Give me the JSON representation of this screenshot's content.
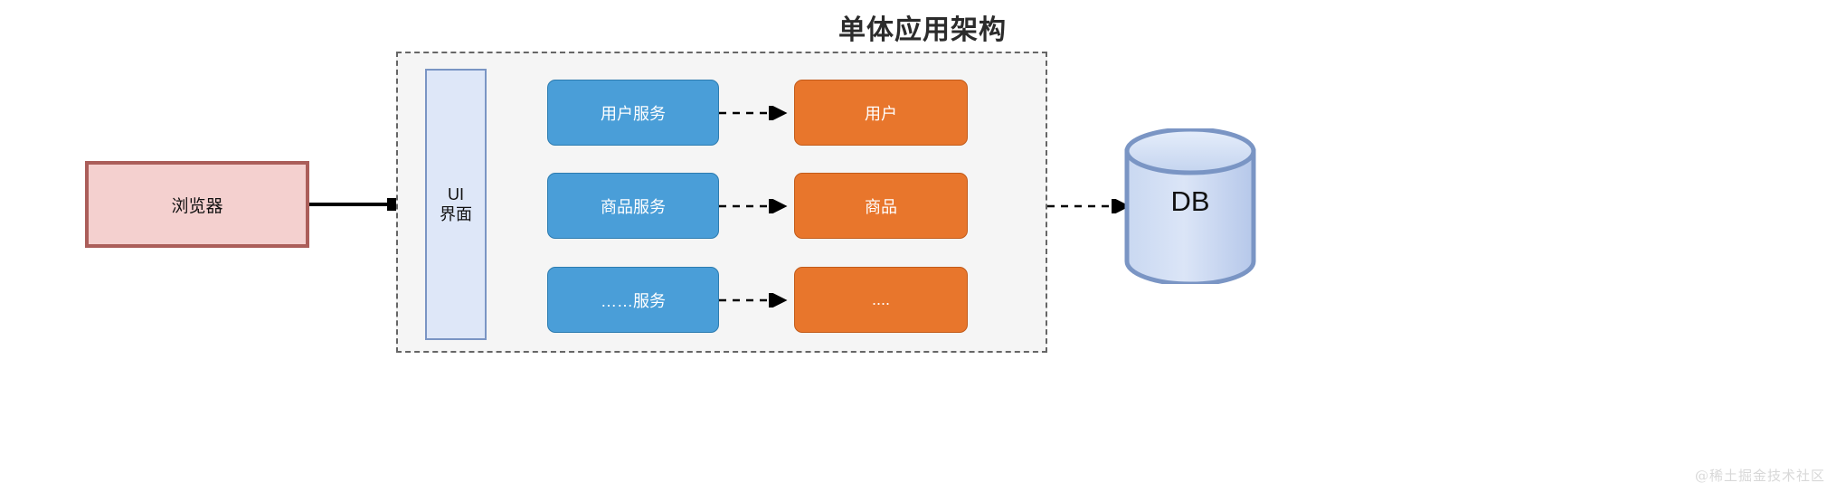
{
  "title": "单体应用架构",
  "watermark": "@稀土掘金技术社区",
  "client": {
    "browser_label": "浏览器"
  },
  "container": {
    "ui": {
      "line1": "UI",
      "line2": "界面"
    },
    "services": [
      {
        "label": "用户服务"
      },
      {
        "label": "商品服务"
      },
      {
        "label": "……服务"
      }
    ],
    "entities": [
      {
        "label": "用户"
      },
      {
        "label": "商品"
      },
      {
        "label": "...."
      }
    ]
  },
  "database": {
    "label": "DB"
  },
  "colors": {
    "browser_fill": "#f4d0cf",
    "browser_stroke": "#ab5e5a",
    "container_fill": "#f5f5f5",
    "container_stroke": "#666666",
    "ui_fill": "#dee7f8",
    "ui_stroke": "#7a95c4",
    "service_fill": "#4a9ed8",
    "service_stroke": "#2d7cb0",
    "entity_fill": "#e8762c",
    "entity_stroke": "#c25b1a",
    "db_fill_light": "#dbe5f7",
    "db_fill_dark": "#adc2e6",
    "db_stroke": "#7a95c4",
    "arrow": "#000000",
    "title_text": "#2b2b2b"
  }
}
